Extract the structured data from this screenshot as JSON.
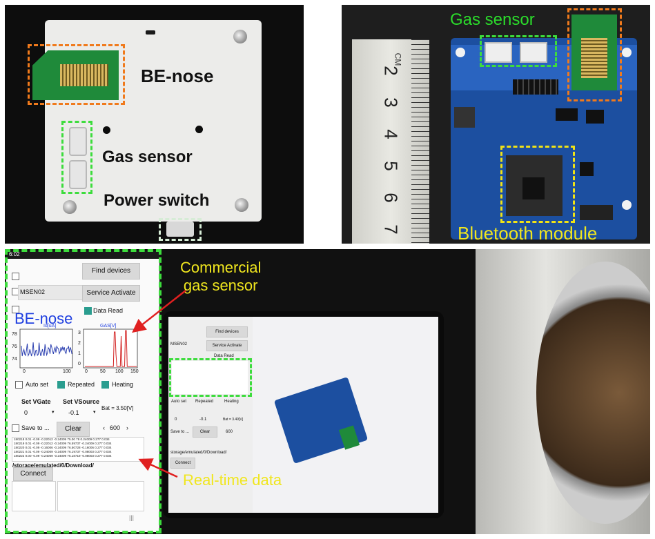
{
  "panel_a": {
    "labels": {
      "be_nose": "BE-nose",
      "gas_sensor": "Gas sensor",
      "power_switch": "Power switch"
    }
  },
  "panel_b": {
    "labels": {
      "gas_sensor": "Gas sensor",
      "bluetooth_module": "Bluetooth module"
    },
    "ruler_marks": [
      "2",
      "3",
      "4",
      "5",
      "6",
      "7"
    ],
    "ruler_unit": "CM"
  },
  "panel_c": {
    "labels": {
      "be_nose": "BE-nose",
      "commercial_gas_sensor": "Commercial\ngas sensor",
      "real_time_data": "Real-time data"
    },
    "phone": {
      "status_time": "6:02",
      "find_devices": "Find devices",
      "device_name": "MSEN02",
      "service_activate": "Service Activate",
      "data_read": "Data Read",
      "plot_left_title": "Id[uA]",
      "plot_right_title": "GAS[V]",
      "plot_left_yticks": [
        "78",
        "76",
        "74"
      ],
      "plot_right_yticks": [
        "3",
        "2",
        "1",
        "0"
      ],
      "plot_left_xticks": [
        "0",
        "100"
      ],
      "plot_right_xticks": [
        "0",
        "50",
        "100",
        "150"
      ],
      "auto_set": "Auto set",
      "repeated": "Repeated",
      "heating": "Heating",
      "set_vgate": "Set VGate",
      "set_vsource": "Set VSource",
      "vgate_value": "0",
      "vsource_value": "-0.1",
      "bat": "Bat = 3.50[V]",
      "save_to": "Save to ...",
      "clear": "Clear",
      "count": "600",
      "data_lines": [
        "180218 0.01 -0.09 -0.22012 -0.24009 75.00 78 0.24009 0.277 0.034",
        "180219 0.01 -0.09 -0.22012 -0.24009 76.59737 -0.24009 0.277 0.034",
        "180220 0.01 -0.09 -0.16006 -0.24009 76.50728 -0.16006 0.277 0.034",
        "180221 0.01 -0.09 -0.24009 -0.24009 76.19737 -0.08003 0.277 0.034",
        "180222 0.00 -0.09 -0.24009 -0.24009 75.18719 -0.08003 0.277 0.034"
      ],
      "path": "/storage/emulated/0/Download/",
      "connect": "Connect"
    },
    "tablet": {
      "find_devices": "Find devices",
      "device_name": "MSEN02",
      "service_activate": "Service Activate",
      "data_read": "Data Read",
      "auto_set": "Auto set",
      "repeated": "Repeated",
      "heating": "Heating",
      "clear": "Clear",
      "count": "600",
      "save_to": "Save to ...",
      "vgate_value": "0",
      "vsource_value": "-0.1",
      "bat": "Bat = 3.49[V]",
      "path": "storage/emulated/0/Download/",
      "connect": "Connect"
    }
  },
  "colors": {
    "orange_box": "#f07a1c",
    "green_box": "#3ddc3d",
    "yellow_box": "#f0e216",
    "white_box": "#d6ecd6",
    "label_green": "#2bdc2b",
    "label_yellow": "#f0e61e",
    "label_blue": "#1f3fe0",
    "arrow_red": "#e02020"
  }
}
